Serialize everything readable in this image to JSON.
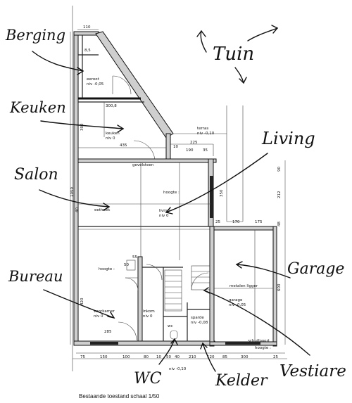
{
  "annotations": {
    "berging": "Berging",
    "tuin": "Tuin",
    "keuken": "Keuken",
    "living": "Living",
    "salon": "Salon",
    "bureau": "Bureau",
    "garage": "Garage",
    "vestiare": "Vestiare",
    "wc": "WC",
    "kelder": "Kelder"
  },
  "room_labels": {
    "berging": "eeroot",
    "berging_level": "niv -0,05",
    "keuken": "keuken",
    "keuken_level": "niv 0",
    "terras": "terras",
    "terras_level": "niv -0,10",
    "living_hoogte": "hoogte :",
    "living": "living",
    "living_level": "niv 0",
    "salon": "eethoek",
    "bureau_hoogte": "hoogte :",
    "bureau": "voorkamer",
    "bureau_level": "niv 0",
    "garage": "garage",
    "garage_level": "niv -0,05",
    "metalen_ligger": "metalen ligger",
    "inkom": "inkom",
    "inkom_level": "niv 0",
    "wc": "wc",
    "wc_level": "niv -0,10",
    "kelder": "sparde",
    "kelder_level": "niv -0,08",
    "gevelsteen": "gevelsteen",
    "hoogte_garage": "hoogte :",
    "schuifpoort": "schuifpoort"
  },
  "dimensions": {
    "top_110": "110",
    "d_8_5": "8,5",
    "d_300_8": "300,8",
    "d_300": "300",
    "d_435": "435",
    "d_225": "225",
    "d_10": "10",
    "d_190": "190",
    "d_35": "35",
    "d_90": "90",
    "d_350": "350",
    "d_212": "212",
    "d_25": "25",
    "d_170": "170",
    "d_175": "175",
    "d_48": "48",
    "d_55": "55",
    "d_50": "50",
    "d_420": "420",
    "d_600": "600",
    "d_285": "285",
    "d_1050": "1050",
    "d_40": "40",
    "b_75": "75",
    "b_150": "150",
    "b_100": "100",
    "b_80": "80",
    "b_10": "10",
    "b_50": "50",
    "b_40": "40",
    "b_210": "210",
    "b_120": "120",
    "b_85": "85",
    "b_300": "300",
    "b_25": "25",
    "b_minus_010": "-0.10"
  },
  "caption": "Bestaande toestand schaal 1/50"
}
